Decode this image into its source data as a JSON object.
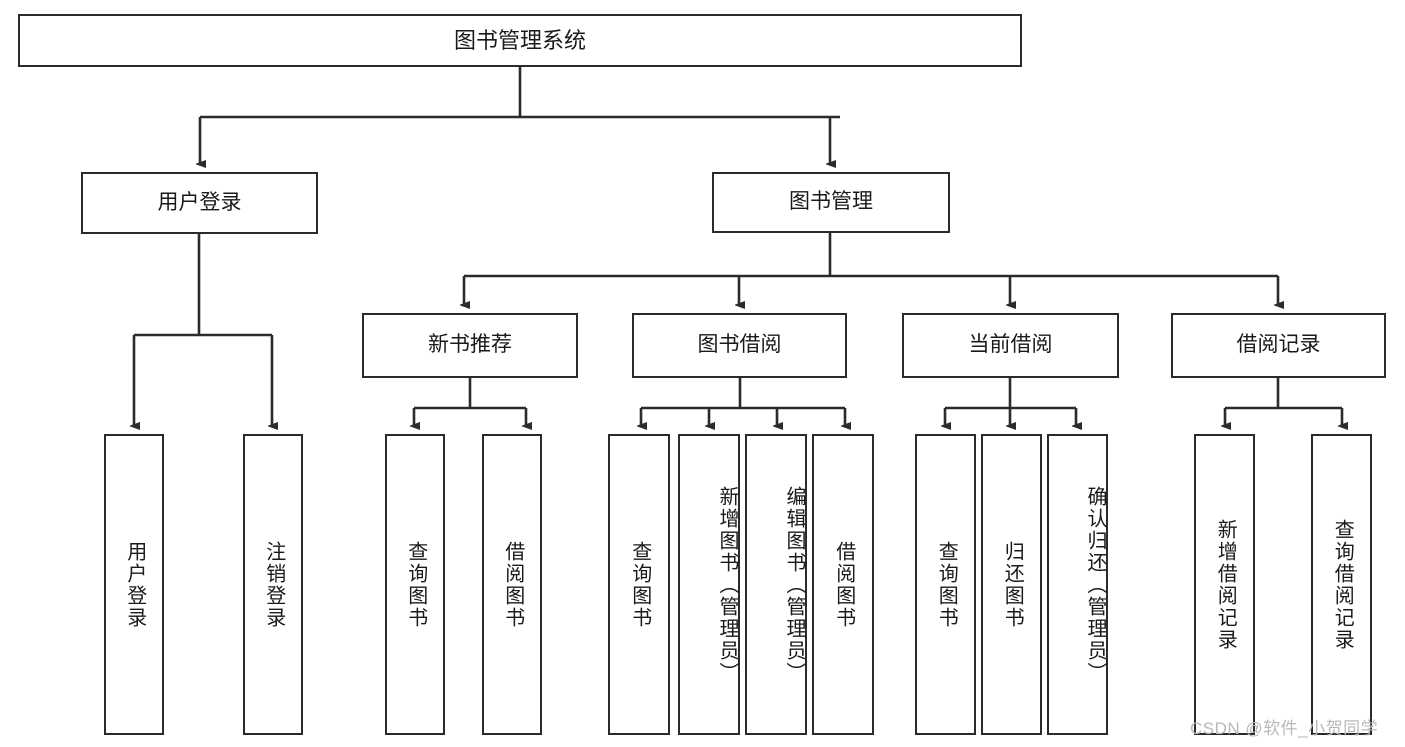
{
  "diagram": {
    "type": "tree",
    "title": "图书管理系统",
    "root": {
      "label": "图书管理系统"
    },
    "level2": [
      {
        "label": "用户登录"
      },
      {
        "label": "图书管理"
      }
    ],
    "level3": [
      {
        "label": "新书推荐"
      },
      {
        "label": "图书借阅"
      },
      {
        "label": "当前借阅"
      },
      {
        "label": "借阅记录"
      }
    ],
    "leaves": {
      "user_login": [
        {
          "label": "用户登录",
          "align": "mid"
        },
        {
          "label": "注销登录",
          "align": "mid"
        }
      ],
      "new_book": [
        {
          "label": "查询图书",
          "align": "mid"
        },
        {
          "label": "借阅图书",
          "align": "mid"
        }
      ],
      "borrow_book": [
        {
          "label": "查询图书",
          "align": "mid"
        },
        {
          "label": "新增图书（管理员）",
          "align": "top"
        },
        {
          "label": "编辑图书（管理员）",
          "align": "top"
        },
        {
          "label": "借阅图书",
          "align": "mid"
        }
      ],
      "current_borrow": [
        {
          "label": "查询图书",
          "align": "mid"
        },
        {
          "label": "归还图书",
          "align": "mid"
        },
        {
          "label": "确认归还（管理员）",
          "align": "top"
        }
      ],
      "borrow_record": [
        {
          "label": "新增借阅记录",
          "align": "mid"
        },
        {
          "label": "查询借阅记录",
          "align": "mid"
        }
      ]
    }
  },
  "watermark": {
    "text": "CSDN @软件_小贺同学"
  },
  "colors": {
    "stroke": "#2b2b2b",
    "fill": "#ffffff",
    "text": "#1a1a1a",
    "watermark": "#b9b9b9"
  }
}
